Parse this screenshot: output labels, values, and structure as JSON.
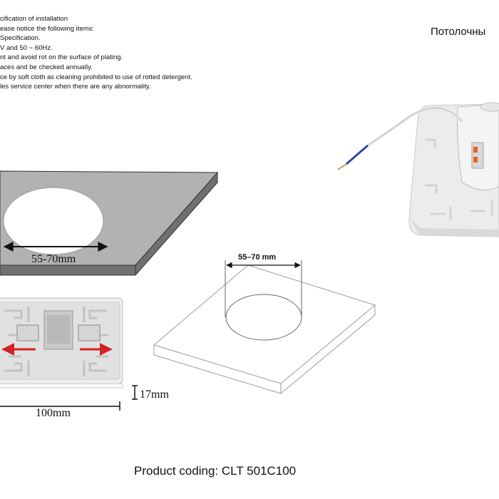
{
  "notes": [
    "cification of installation",
    "ease notice the following items:",
    " Specification.",
    "V and 50 ~ 60Hz.",
    "nt and avoid rot on the surface of plating.",
    "aces and be checked annually.",
    "ce by soft cloth as cleaning prohibited to use of rotted detergent.",
    "les service center when there are any abnormality."
  ],
  "product_title_ru": "Потолочны",
  "dimensions": {
    "hole_range_plate": "55-70mm",
    "hole_range_outline": "55–70 mm",
    "height": "17mm",
    "width": "100mm"
  },
  "product_code": "Product coding: CLT 501C100",
  "colors": {
    "plate_top": "#b1b1b1",
    "plate_side": "#6f6f6f",
    "arrow_red": "#d42020",
    "wire_blue": "#2a46a8"
  }
}
